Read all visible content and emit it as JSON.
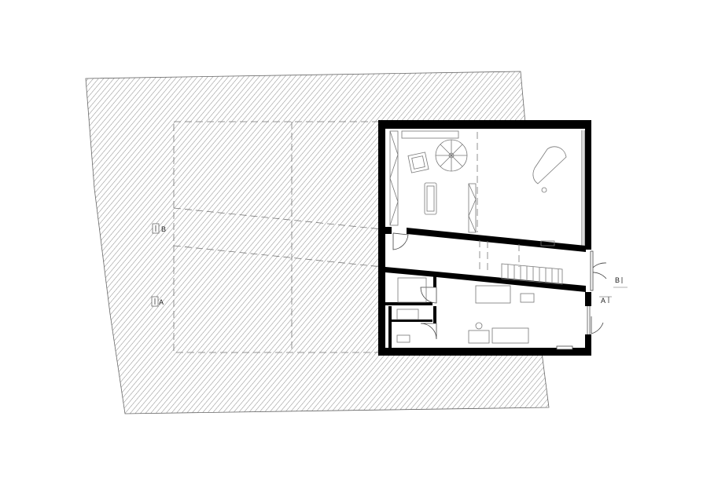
{
  "plan": {
    "section_markers": [
      {
        "id": "section-b-west",
        "label": "B"
      },
      {
        "id": "section-a-west",
        "label": "A"
      },
      {
        "id": "section-b-east",
        "label": "B"
      },
      {
        "id": "section-a-east",
        "label": "A"
      }
    ],
    "colors": {
      "wall": "#000000",
      "hatch": "#8a8a8a",
      "line": "#555555"
    }
  }
}
